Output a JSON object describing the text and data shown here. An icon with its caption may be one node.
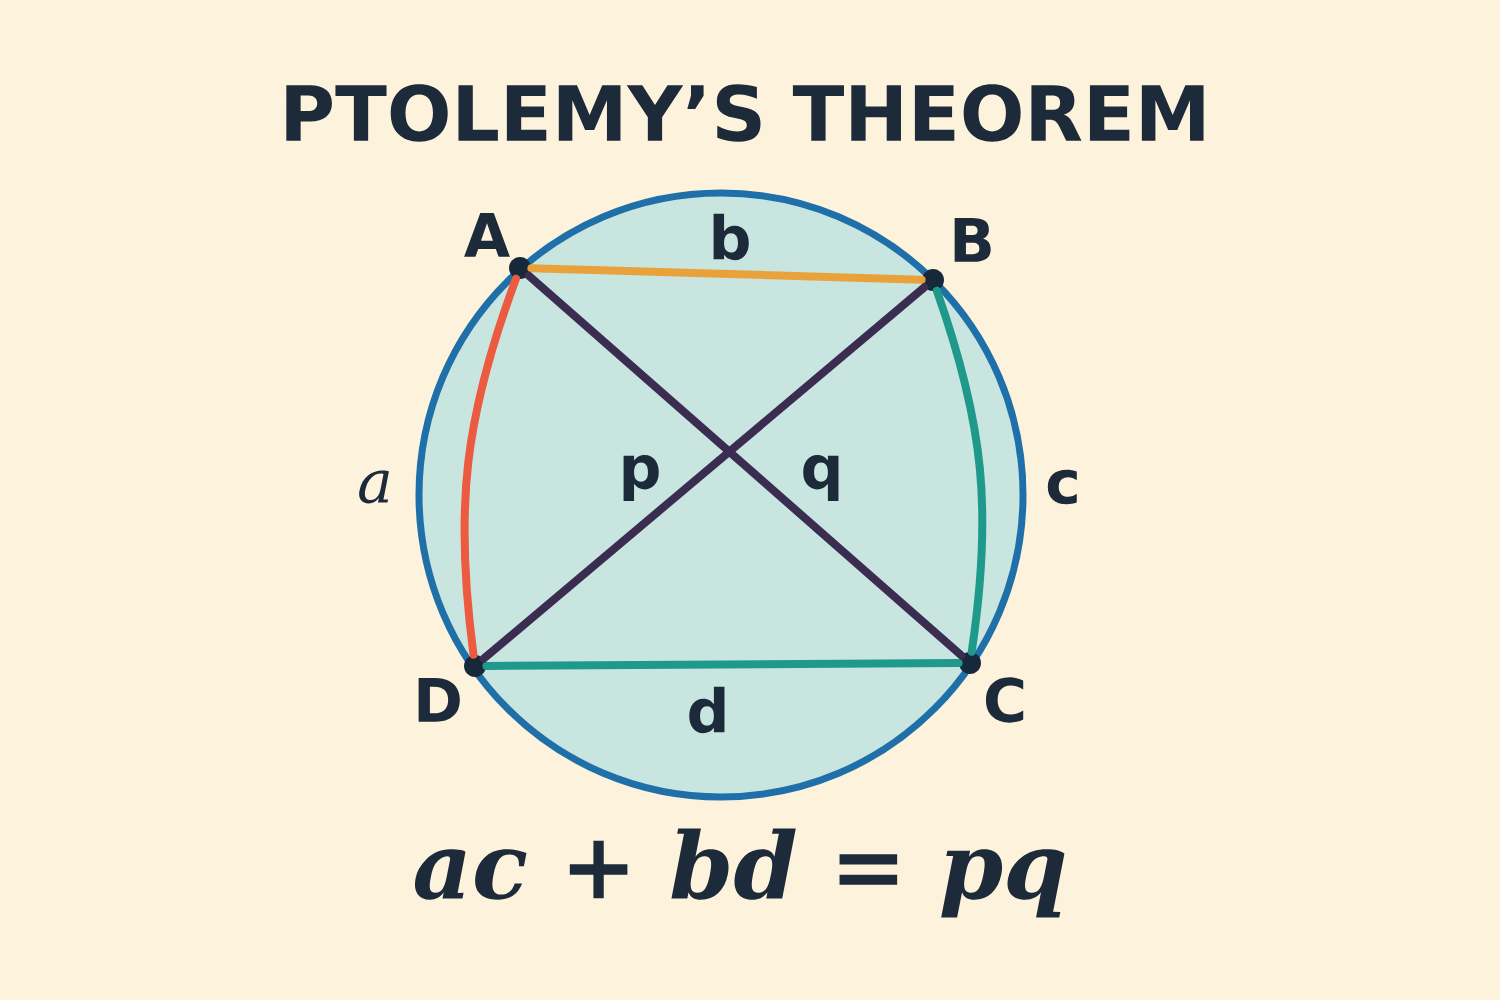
{
  "diagram": {
    "title": "PTOLEMY’S THEOREM",
    "nodes": [
      {
        "text": [],
        "shape": "circle",
        "beside": [
          "A"
        ]
      },
      {
        "text": [],
        "shape": "circle",
        "beside": [
          "B"
        ]
      },
      {
        "text": [],
        "shape": "circle",
        "beside": [
          "C"
        ]
      },
      {
        "text": [],
        "shape": "circle",
        "beside": [
          "D"
        ]
      }
    ],
    "edges": [
      {
        "from": 0,
        "to": 1,
        "arrow": "none",
        "label": "b",
        "color": "#e9a23b"
      },
      {
        "from": 1,
        "to": 2,
        "arrow": "none",
        "label": "c",
        "color": "#1f9a8a"
      },
      {
        "from": 2,
        "to": 3,
        "arrow": "none",
        "label": "d",
        "color": "#1f9a8a"
      },
      {
        "from": 3,
        "to": 0,
        "arrow": "none",
        "label": "a",
        "color": "#ec5a40"
      },
      {
        "from": 0,
        "to": 2,
        "arrow": "none",
        "label": "q",
        "color": "#3b2d52"
      },
      {
        "from": 1,
        "to": 3,
        "arrow": "none",
        "label": "p",
        "color": "#3b2d52"
      }
    ],
    "labels": [
      "ac + bd = pq"
    ]
  }
}
